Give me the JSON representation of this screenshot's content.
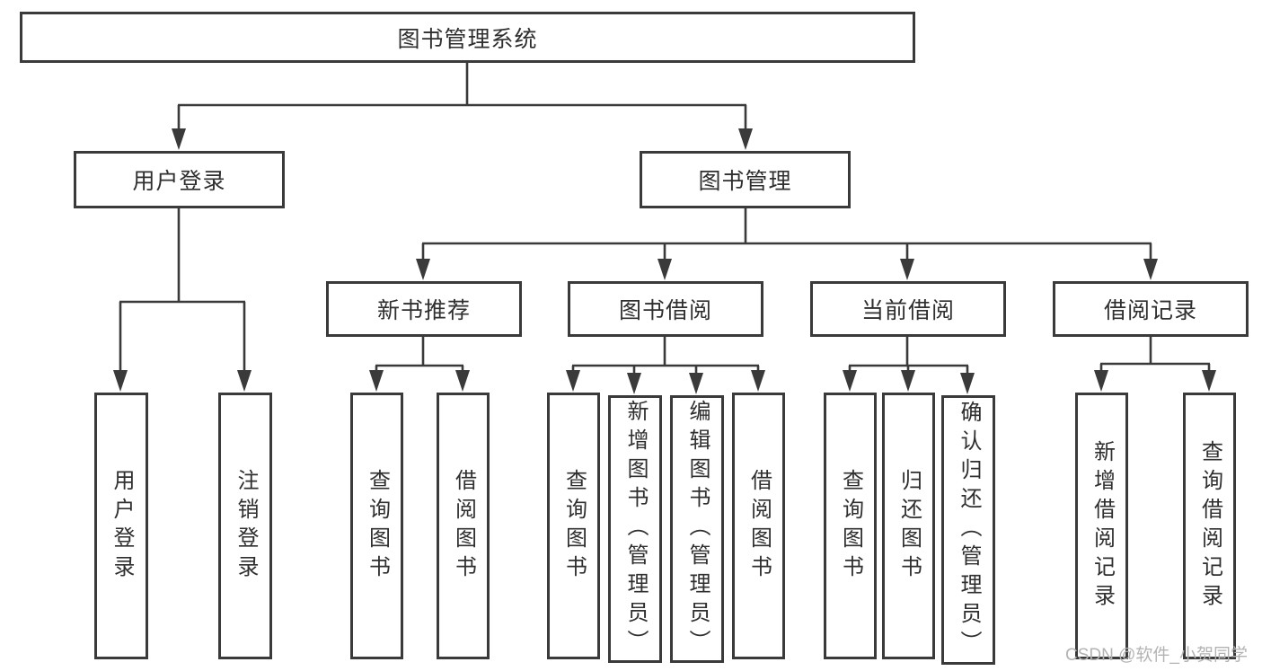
{
  "root": {
    "label": "图书管理系统"
  },
  "level2": [
    {
      "label": "用户登录"
    },
    {
      "label": "图书管理"
    }
  ],
  "level3": [
    {
      "label": "新书推荐"
    },
    {
      "label": "图书借阅"
    },
    {
      "label": "当前借阅"
    },
    {
      "label": "借阅记录"
    }
  ],
  "leaves": {
    "user_login": [
      "用户登录",
      "注销登录"
    ],
    "new_book": [
      "查询图书",
      "借阅图书"
    ],
    "book_borrow": [
      "查询图书",
      "新增图书（管理员）",
      "编辑图书（管理员）",
      "借阅图书"
    ],
    "current_borrow": [
      "查询图书",
      "归还图书",
      "确认归还（管理员）"
    ],
    "borrow_record": [
      "新增借阅记录",
      "查询借阅记录"
    ]
  },
  "watermark": "CSDN @软件_小贺同学",
  "colors": {
    "line": "#3a3a3a",
    "text": "#2f2f2f",
    "watermark": "#b3b3b3",
    "background": "#ffffff"
  }
}
